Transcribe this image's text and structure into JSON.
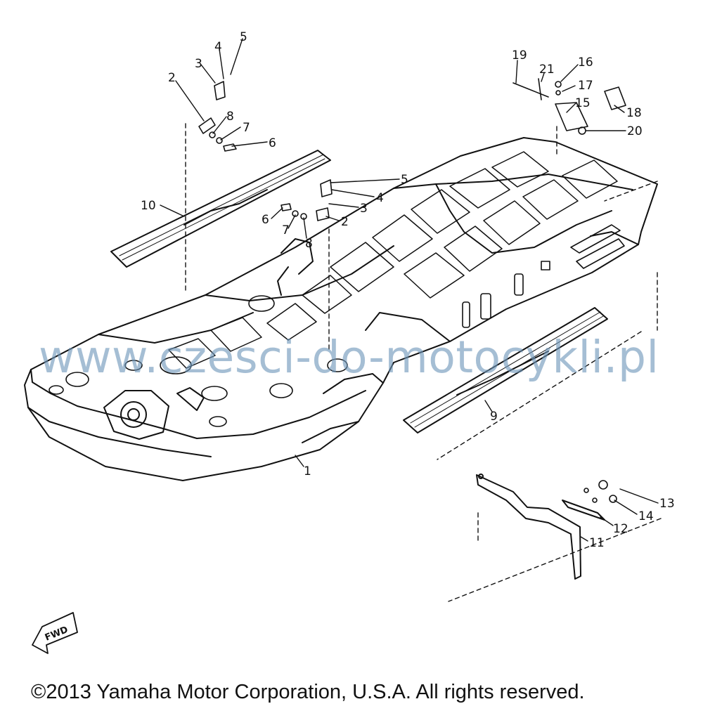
{
  "callouts": [
    {
      "id": "c1",
      "text": "1"
    },
    {
      "id": "c2a",
      "text": "2"
    },
    {
      "id": "c3a",
      "text": "3"
    },
    {
      "id": "c4a",
      "text": "4"
    },
    {
      "id": "c5a",
      "text": "5"
    },
    {
      "id": "c6a",
      "text": "6"
    },
    {
      "id": "c7a",
      "text": "7"
    },
    {
      "id": "c8a",
      "text": "8"
    },
    {
      "id": "c2b",
      "text": "2"
    },
    {
      "id": "c3b",
      "text": "3"
    },
    {
      "id": "c4b",
      "text": "4"
    },
    {
      "id": "c5b",
      "text": "5"
    },
    {
      "id": "c6b",
      "text": "6"
    },
    {
      "id": "c7b",
      "text": "7"
    },
    {
      "id": "c8b",
      "text": "8"
    },
    {
      "id": "c9",
      "text": "9"
    },
    {
      "id": "c10",
      "text": "10"
    },
    {
      "id": "c11",
      "text": "11"
    },
    {
      "id": "c12",
      "text": "12"
    },
    {
      "id": "c13",
      "text": "13"
    },
    {
      "id": "c14",
      "text": "14"
    },
    {
      "id": "c15",
      "text": "15"
    },
    {
      "id": "c16",
      "text": "16"
    },
    {
      "id": "c17",
      "text": "17"
    },
    {
      "id": "c18",
      "text": "18"
    },
    {
      "id": "c19",
      "text": "19"
    },
    {
      "id": "c20",
      "text": "20"
    },
    {
      "id": "c21",
      "text": "21"
    }
  ],
  "fwd_label": "FWD",
  "watermark": "www.czesci-do-motocykli.pl",
  "copyright": "©2013 Yamaha Motor Corporation, U.S.A. All rights reserved."
}
